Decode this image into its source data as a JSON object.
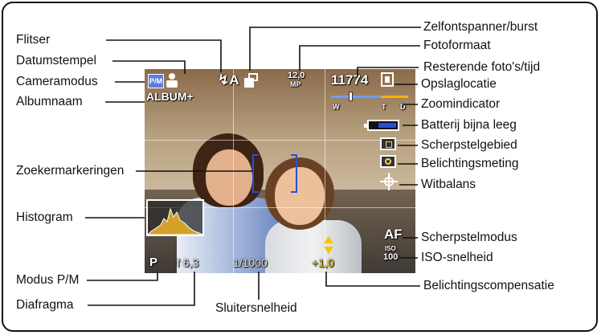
{
  "labels_left": {
    "flitser": "Flitser",
    "datumstempel": "Datumstempel",
    "cameramodus": "Cameramodus",
    "albumnaam": "Albumnaam",
    "zoekermarkeringen": "Zoekermarkeringen",
    "histogram": "Histogram",
    "modus_pm": "Modus P/M",
    "diafragma": "Diafragma"
  },
  "labels_right": {
    "zelfontspanner": "Zelfontspanner/burst",
    "fotoformaat": "Fotoformaat",
    "resterende": "Resterende foto's/tijd",
    "opslaglocatie": "Opslaglocatie",
    "zoomindicator": "Zoomindicator",
    "batterij": "Batterij bijna leeg",
    "scherpstelgebied": "Scherpstelgebied",
    "belichtingsmeting": "Belichtingsmeting",
    "witbalans": "Witbalans",
    "scherpstelmodus": "Scherpstelmodus",
    "iso": "ISO-snelheid",
    "belichtingscompensatie": "Belichtingscompensatie"
  },
  "labels_bottom": {
    "sluitersnelheid": "Sluitersnelheid"
  },
  "screen": {
    "album": "ALBUM+",
    "mode_icon": "P/M",
    "flash_icon": "↯A",
    "megapixels": "12,0",
    "mp_unit": "MP",
    "remaining": "11774",
    "zoom_w": "W",
    "zoom_t": "T",
    "zoom_d": "D",
    "zoom_level": 0.35,
    "af": "AF",
    "iso_top": "ISO",
    "iso_val": "100",
    "mode": "P",
    "aperture": "f 6,3",
    "shutter": "1/1000",
    "ev": "+1,0"
  },
  "colors": {
    "zoom_optical": "#6aa0ff",
    "zoom_digital": "#ffb000",
    "ev_arrows": "#f5c400",
    "histogram_fill": "#d4a12a",
    "focus_bracket": "#2c4fd6"
  }
}
